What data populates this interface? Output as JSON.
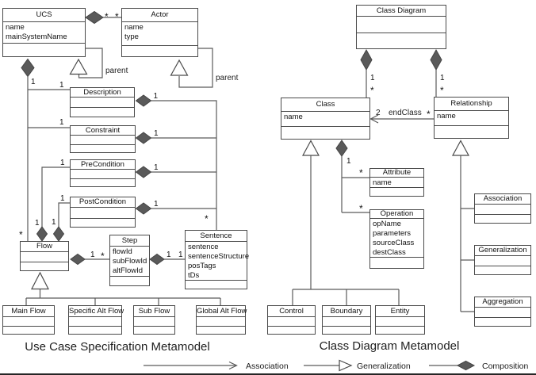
{
  "left": {
    "caption": "Use Case Specification Metamodel",
    "boxes": {
      "ucs": {
        "title": "UCS",
        "attrs": [
          "name",
          "mainSystemName"
        ]
      },
      "actor": {
        "title": "Actor",
        "attrs": [
          "name",
          "type"
        ]
      },
      "description": {
        "title": "Description"
      },
      "constraint": {
        "title": "Constraint"
      },
      "precondition": {
        "title": "PreCondition"
      },
      "postcondition": {
        "title": "PostCondition"
      },
      "flow": {
        "title": "Flow"
      },
      "step": {
        "title": "Step",
        "attrs": [
          "flowId",
          "subFlowId",
          "altFlowId"
        ]
      },
      "sentence": {
        "title": "Sentence",
        "attrs": [
          "sentence",
          "sentenceStructure",
          "posTags",
          "tDs"
        ]
      },
      "mainflow": {
        "title": "Main Flow"
      },
      "specificaltflow": {
        "title": "Specific Alt Flow"
      },
      "subflow": {
        "title": "Sub Flow"
      },
      "globalaltflow": {
        "title": "Global Alt Flow"
      }
    },
    "labels": {
      "parent": "parent"
    }
  },
  "right": {
    "caption": "Class Diagram Metamodel",
    "boxes": {
      "classdiagram": {
        "title": "Class Diagram"
      },
      "class": {
        "title": "Class",
        "attrs": [
          "name"
        ]
      },
      "relationship": {
        "title": "Relationship",
        "attrs": [
          "name"
        ]
      },
      "attribute": {
        "title": "Attribute",
        "attrs": [
          "name"
        ]
      },
      "operation": {
        "title": "Operation",
        "attrs": [
          "opName",
          "parameters",
          "sourceClass",
          "destClass"
        ]
      },
      "association": {
        "title": "Association"
      },
      "generalization": {
        "title": "Generalization"
      },
      "aggregation": {
        "title": "Aggregation"
      },
      "control": {
        "title": "Control"
      },
      "boundary": {
        "title": "Boundary"
      },
      "entity": {
        "title": "Entity"
      }
    },
    "labels": {
      "endclass": "endClass",
      "endclass_mult": "2"
    }
  },
  "sym": {
    "one": "1",
    "many": "*"
  },
  "legend": {
    "association": "Association",
    "generalization": "Generalization",
    "composition": "Composition"
  },
  "colors": {
    "line": "#5a5a5a",
    "diamond_fill": "#5a5a5a",
    "box_border": "#4a4a4a",
    "text": "#111111"
  }
}
